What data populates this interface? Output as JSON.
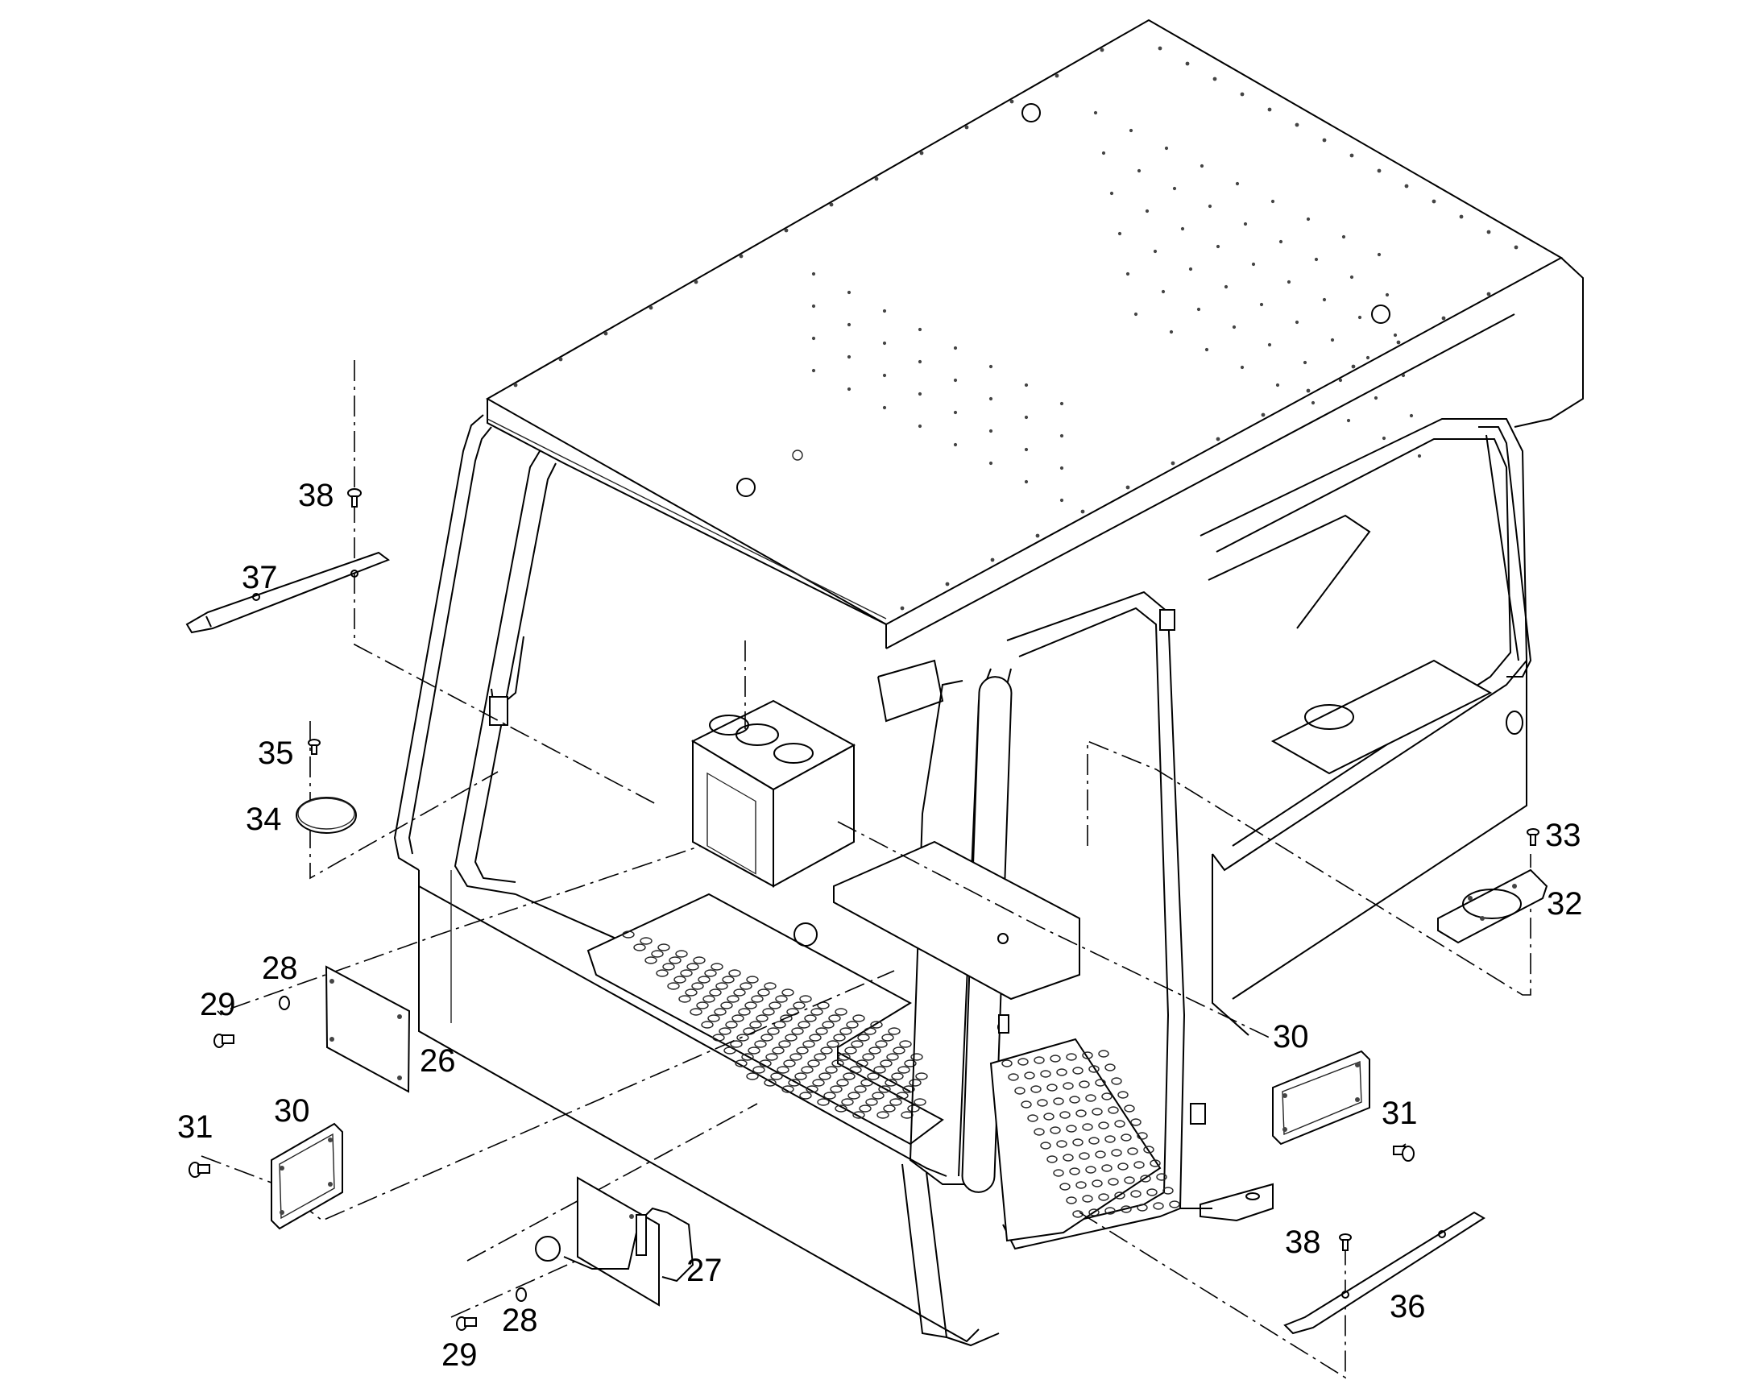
{
  "callouts": {
    "c26": "26",
    "c27": "27",
    "c28a": "28",
    "c28b": "28",
    "c29a": "29",
    "c29b": "29",
    "c30a": "30",
    "c30b": "30",
    "c31a": "31",
    "c31b": "31",
    "c32": "32",
    "c33": "33",
    "c34": "34",
    "c35": "35",
    "c36": "36",
    "c37": "37",
    "c38a": "38",
    "c38b": "38"
  }
}
